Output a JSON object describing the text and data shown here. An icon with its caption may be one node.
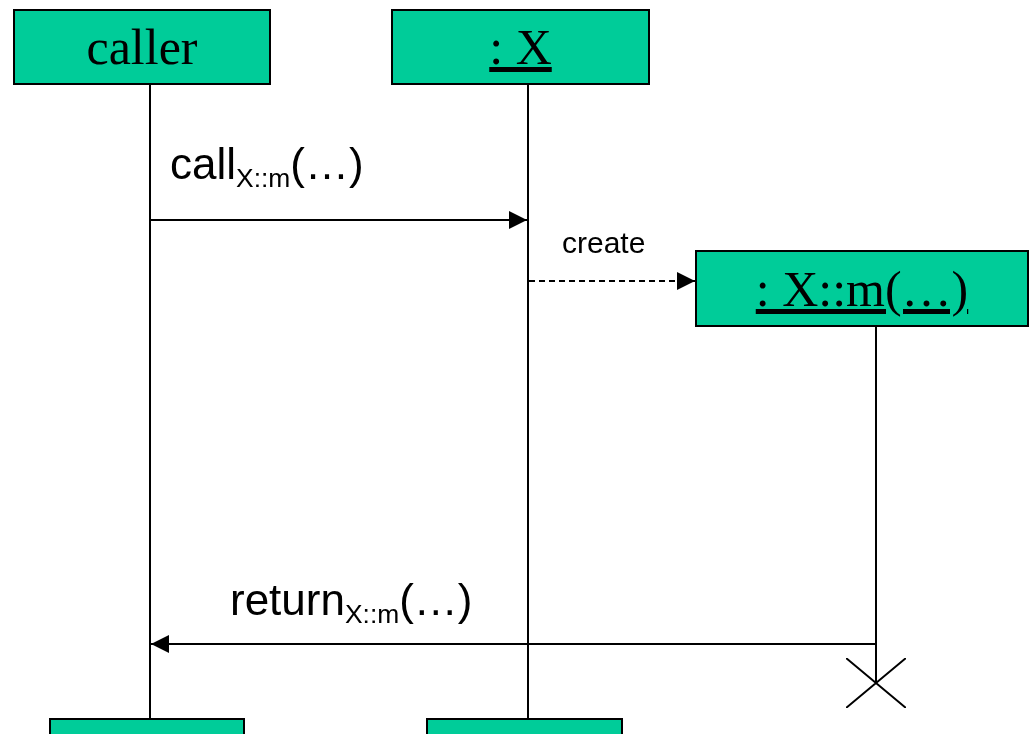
{
  "diagram": {
    "nodes": [
      {
        "text": [
          "caller"
        ]
      },
      {
        "text": [
          ": X"
        ]
      },
      {
        "text": [
          ": X::m(…)"
        ]
      },
      {
        "text": [],
        "shape": "bar"
      },
      {
        "text": [],
        "shape": "bar"
      },
      {
        "text": [],
        "shape": "bar"
      },
      {
        "text": [],
        "shape": "cross"
      },
      {
        "text": [],
        "shape": "box"
      },
      {
        "text": [],
        "shape": "box"
      }
    ],
    "edges": [
      {
        "from": 3,
        "to": 4,
        "arrow": "to",
        "label": "call$_{X::m}$(…)"
      },
      {
        "from": 4,
        "to": 2,
        "arrow": "to",
        "label": "create",
        "style": "dashed"
      },
      {
        "from": 5,
        "to": 3,
        "arrow": "to",
        "label": "return$_{X::m}$(…)"
      }
    ]
  }
}
